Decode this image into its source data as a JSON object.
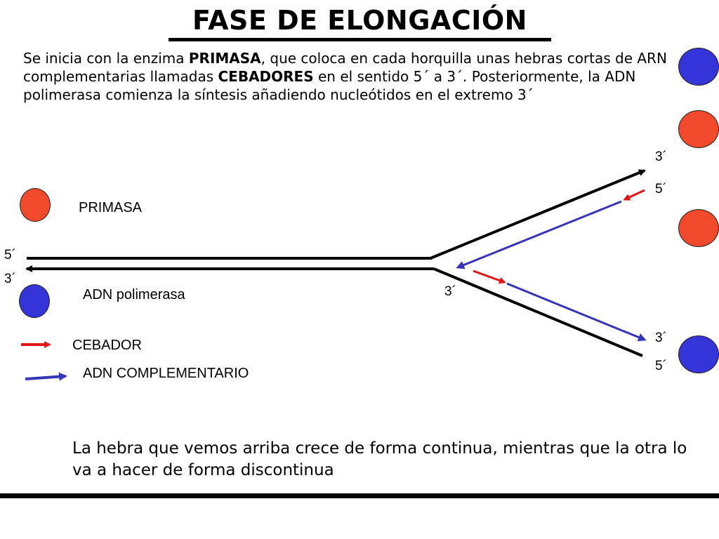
{
  "title": "FASE DE ELONGACIÓN",
  "intro": {
    "p1": "Se inicia con la enzima ",
    "primasa": "PRIMASA",
    "p2": ", que coloca en cada horquilla unas hebras cortas de ARN complementarias llamadas ",
    "cebadores": "CEBADORES",
    "p3": " en el sentido 5´ a 3´. Posteriormente, la ADN polimerasa comienza la síntesis añadiendo nucleótidos en el extremo 3´"
  },
  "legend": {
    "primasa": "PRIMASA",
    "polimerasa": "ADN polimerasa",
    "cebador": "CEBADOR",
    "complementario": "ADN COMPLEMENTARIO"
  },
  "ends": {
    "left_top": "5´",
    "left_bottom": "3´",
    "fork": "3´",
    "upper_tip": "3´",
    "upper_primer": "5´",
    "lower_tip": "3´",
    "lower_end": "5´"
  },
  "conclusion": "La hebra que vemos arriba crece de forma continua, mientras que la otra lo va a hacer de forma discontinua",
  "colors": {
    "primasa": "#f04a2a",
    "polimerasa": "#3434d8",
    "cebador": "#e01515",
    "complementario": "#3535b5",
    "strand": "#000000"
  }
}
